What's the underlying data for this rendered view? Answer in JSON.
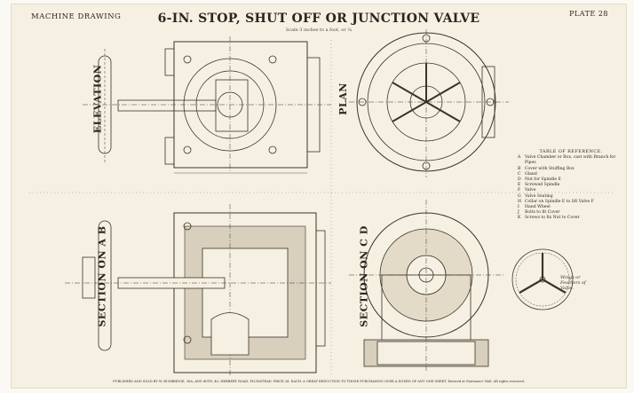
{
  "header": {
    "left": "MACHINE DRAWING",
    "title": "6-IN. STOP, SHUT OFF OR JUNCTION VALVE",
    "scale": "Scale 3 inches to a foot, or ¼",
    "plate": "PLATE 28"
  },
  "views": {
    "elevation": "ELEVATION",
    "plan": "PLAN",
    "section_ab": "SECTION ON A B",
    "section_cd": "SECTION ON C D"
  },
  "annotations": {
    "wings": "Wings or Feathers of Valve."
  },
  "reference": {
    "title": "TABLE OF REFERENCE.",
    "items": [
      {
        "key": "A",
        "text": "Valve Chamber or Box, cast with Branch for Pipes"
      },
      {
        "key": "B",
        "text": "Cover with Stuffing Box"
      },
      {
        "key": "C",
        "text": "Gland"
      },
      {
        "key": "D",
        "text": "Nut for Spindle E"
      },
      {
        "key": "E",
        "text": "Screwed Spindle"
      },
      {
        "key": "F",
        "text": "Valve"
      },
      {
        "key": "G",
        "text": "Valve Seating"
      },
      {
        "key": "H",
        "text": "Collar on Spindle E to lift Valve F"
      },
      {
        "key": "I",
        "text": "Hand Wheel"
      },
      {
        "key": "J",
        "text": "Bolts to fit Cover"
      },
      {
        "key": "K",
        "text": "Screws to fix Nut to Cover"
      }
    ]
  },
  "footer": "PUBLISHED AND SOLD BY W. BUSBRIDGE, 38A, AND 40TH, 40, HERBERT ROAD, PLUMSTEAD. PRICE 2d. EACH. A GREAT REDUCTION TO THOSE PURCHASING OVER A DOZEN OF ANY ONE SHEET. Entered at Stationers' Hall. All rights reserved."
}
